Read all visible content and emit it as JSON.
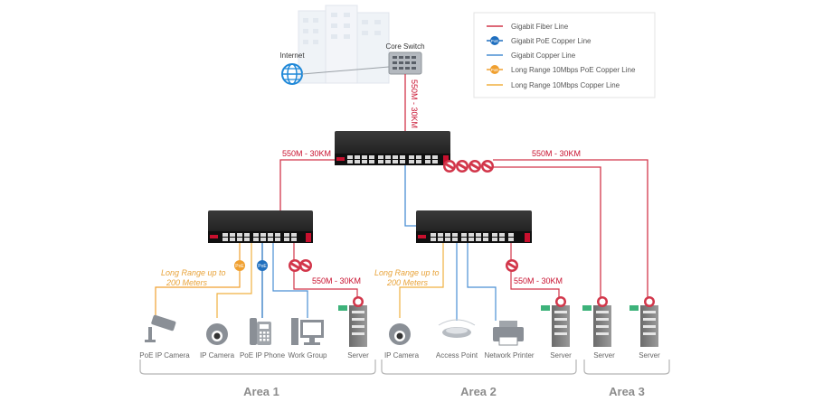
{
  "colors": {
    "fiber": "#d2364a",
    "poe_copper": "#1f6fbf",
    "copper": "#4a8fd4",
    "long_range_poe": "#f0a030",
    "long_range_copper": "#f0b040",
    "switch_body": "#222222",
    "area_text": "#8c8c8c"
  },
  "legend": {
    "items": [
      {
        "label": "Gigabit Fiber Line",
        "icon": "red-line"
      },
      {
        "label": "Gigabit PoE Copper Line",
        "icon": "poe-badge-blue",
        "badge": "PoE"
      },
      {
        "label": "Gigabit Copper Line",
        "icon": "blue-line"
      },
      {
        "label": "Long Range 10Mbps PoE Copper Line",
        "icon": "poe-badge-orange",
        "badge": "PoE"
      },
      {
        "label": "Long Range 10Mbps Copper Line",
        "icon": "orange-line"
      }
    ]
  },
  "top": {
    "internet_label": "Internet",
    "core_switch_label": "Core Switch"
  },
  "fiber_labels": {
    "uplink": "550M - 30KM",
    "left_branch": "550M - 30KM",
    "right_branch": "550M - 30KM",
    "area1_server": "550M - 30KM",
    "area2_server": "550M - 30KM"
  },
  "long_range_labels": {
    "area1_line1": "Long Range up to",
    "area1_line2": "200 Meters",
    "area2_line1": "Long Range up to",
    "area2_line2": "200 Meters"
  },
  "badges": {
    "poe": "PoE"
  },
  "devices": {
    "area1": [
      "PoE IP Camera",
      "IP Camera",
      "PoE IP Phone",
      "Work Group",
      "Server"
    ],
    "area2": [
      "IP Camera",
      "Access Point",
      "Network Printer",
      "Server"
    ],
    "area3": [
      "Server",
      "Server"
    ]
  },
  "areas": {
    "area1": "Area 1",
    "area2": "Area 2",
    "area3": "Area 3"
  }
}
